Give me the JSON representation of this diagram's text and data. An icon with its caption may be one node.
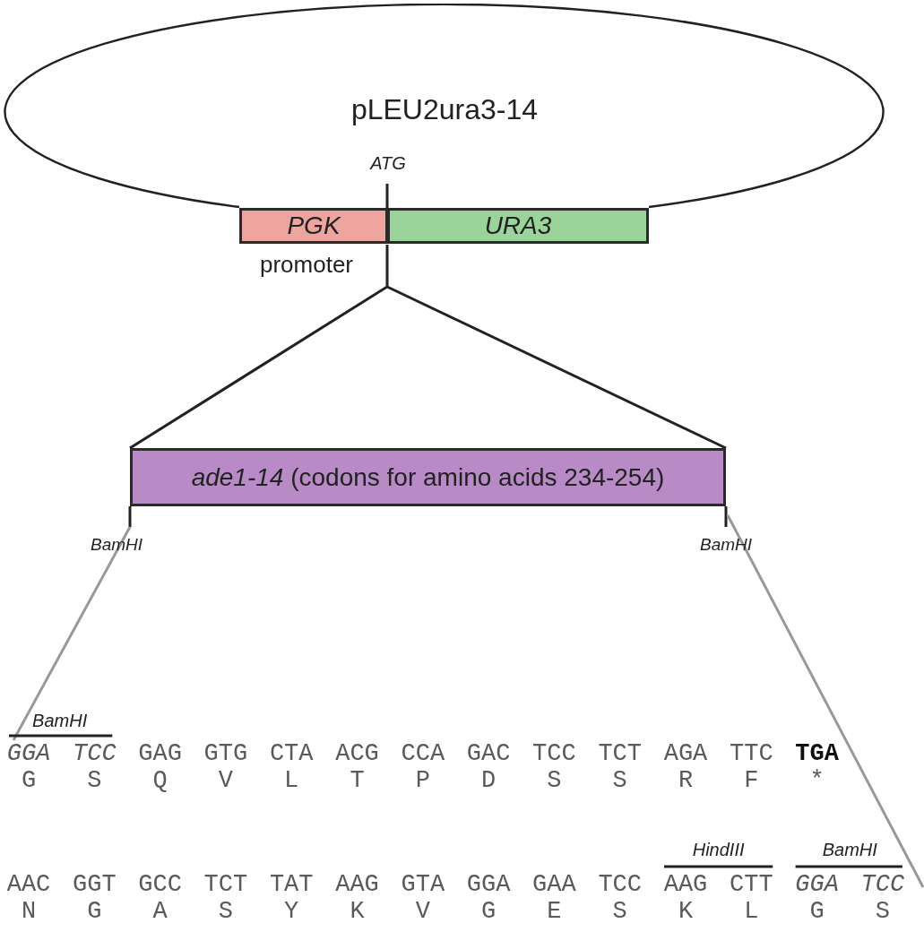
{
  "diagram": {
    "nodes": [
      {
        "text": [
          "pLEU2ura3-14"
        ]
      },
      {
        "text": [
          "PGK"
        ],
        "beside": [
          "promoter"
        ]
      },
      {
        "text": [
          "URA3"
        ]
      },
      {
        "text": [
          "*ade1-14* (codons for amino acids 234-254)"
        ]
      }
    ],
    "edges": [
      {
        "from": 1,
        "to": 3,
        "arrow": "none"
      }
    ],
    "labels": [
      "ATG",
      "BamHI",
      "BamHI",
      "BamHI",
      "GGA",
      "TCC",
      "GAG",
      "GTG",
      "CTA",
      "ACG",
      "CCA",
      "GAC",
      "TCC",
      "TCT",
      "AGA",
      "TTC",
      "TGA",
      "G",
      "S",
      "Q",
      "V",
      "L",
      "T",
      "P",
      "D",
      "S",
      "S",
      "R",
      "F",
      "*",
      "HindIII",
      "BamHI",
      "AAC",
      "GGT",
      "GCC",
      "TCT",
      "TAT",
      "AAG",
      "GTA",
      "GGA",
      "GAA",
      "TCC",
      "AAG",
      "CTT",
      "GGA",
      "TCC",
      "N",
      "G",
      "A",
      "S",
      "Y",
      "K",
      "V",
      "G",
      "E",
      "S",
      "K",
      "L",
      "G",
      "S"
    ]
  }
}
